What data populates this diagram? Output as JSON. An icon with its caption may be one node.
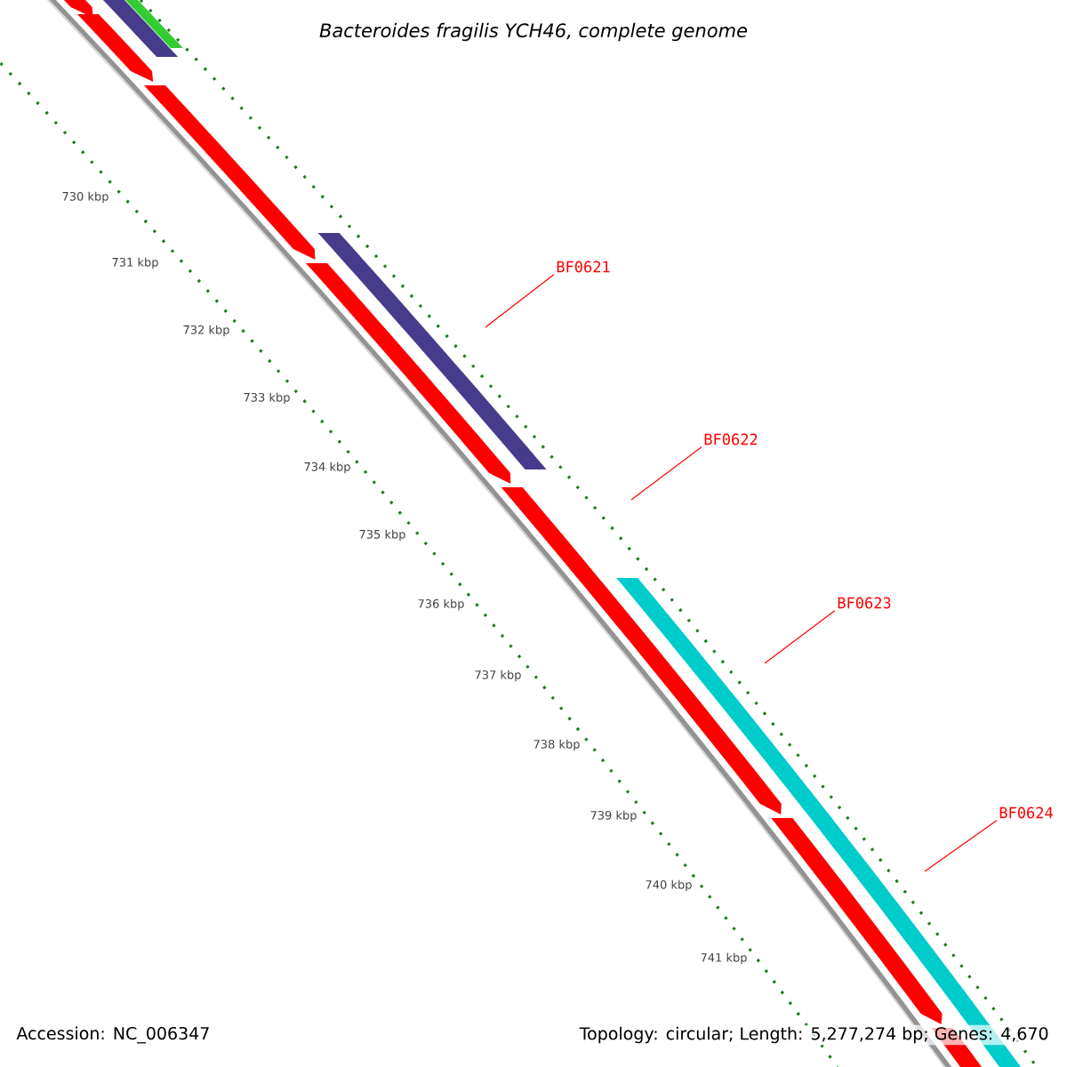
{
  "diagram": {
    "title": "Bacteroides fragilis YCH46, complete genome",
    "nodes": [
      {
        "text": [
          "BF0621"
        ]
      },
      {
        "text": [
          "BF0622"
        ]
      },
      {
        "text": [
          "BF0623"
        ]
      },
      {
        "text": [
          "BF0624"
        ]
      }
    ],
    "edges": [
      {
        "from": 0,
        "to": null,
        "arrow": "none"
      },
      {
        "from": 1,
        "to": null,
        "arrow": "none"
      },
      {
        "from": 2,
        "to": null,
        "arrow": "none"
      },
      {
        "from": 3,
        "to": null,
        "arrow": "none"
      }
    ],
    "labels": [
      "730 kbp",
      "731 kbp",
      "732 kbp",
      "733 kbp",
      "734 kbp",
      "735 kbp",
      "736 kbp",
      "737 kbp",
      "738 kbp",
      "739 kbp",
      "740 kbp",
      "741 kbp",
      "Accession: NC_006347",
      "Topology: circular; Length: 5,277,274 bp; Genes: 4,670"
    ]
  }
}
